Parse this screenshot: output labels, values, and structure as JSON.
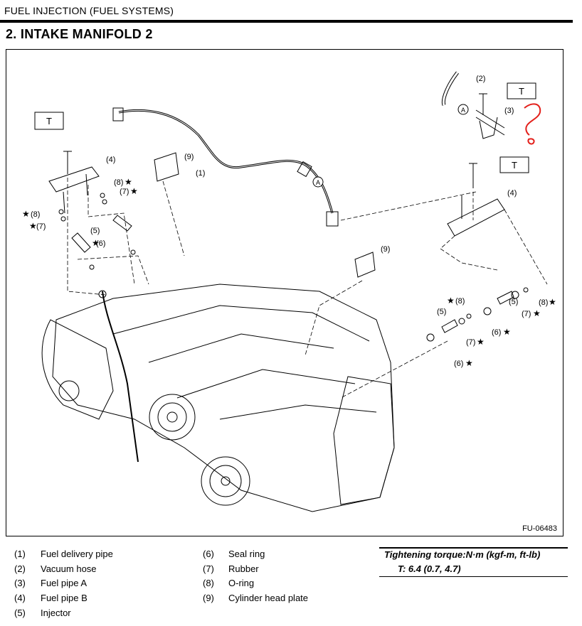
{
  "header": {
    "section": "FUEL INJECTION (FUEL SYSTEMS)"
  },
  "title": "2. INTAKE MANIFOLD 2",
  "figure": {
    "id": "FU-06483",
    "callouts": [
      "(1)",
      "(2)",
      "(3)",
      "(4)",
      "(4)",
      "(5)",
      "(5)",
      "(5)",
      "(6)",
      "(6)",
      "(6)",
      "(7)",
      "(7)",
      "(7)",
      "(7)",
      "(8)",
      "(8)",
      "(8)",
      "(8)",
      "(9)",
      "(9)"
    ],
    "torque_label": "T",
    "connector_label": "A",
    "star": "★"
  },
  "legend": {
    "left": [
      {
        "num": "(1)",
        "label": "Fuel delivery pipe"
      },
      {
        "num": "(2)",
        "label": "Vacuum hose"
      },
      {
        "num": "(3)",
        "label": "Fuel pipe A"
      },
      {
        "num": "(4)",
        "label": "Fuel pipe B"
      },
      {
        "num": "(5)",
        "label": "Injector"
      }
    ],
    "right": [
      {
        "num": "(6)",
        "label": "Seal ring"
      },
      {
        "num": "(7)",
        "label": "Rubber"
      },
      {
        "num": "(8)",
        "label": "O-ring"
      },
      {
        "num": "(9)",
        "label": "Cylinder head plate"
      }
    ]
  },
  "torque": {
    "title": "Tightening torque:N·m (kgf-m, ft-lb)",
    "value": "T:   6.4 (0.7, 4.7)"
  },
  "annotation": {
    "color": "#e3201b"
  }
}
